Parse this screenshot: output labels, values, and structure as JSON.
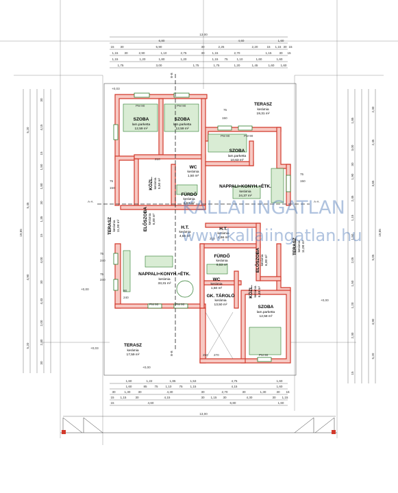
{
  "watermark": {
    "name": "KALLAI INGATLAN",
    "url": "www.kallaiingatlan.hu"
  },
  "dimensions": {
    "top_total": "13,00",
    "top_row1": [
      "6,80",
      "4,60",
      "1,60"
    ],
    "top_row2": [
      "15",
      "30",
      "5,90",
      "30",
      "2,25",
      "2,20",
      "15",
      "1,15",
      "30",
      "15"
    ],
    "top_row3": [
      "1,15",
      "30",
      "2,90",
      "1,10",
      "2,75",
      "30",
      "1,15",
      "2,70",
      "1,15",
      "30",
      "15"
    ],
    "top_row4": [
      "1,15",
      "1,20",
      "1,80",
      "1,20",
      "1,15",
      "75",
      "1,10",
      "1,60",
      "1,60"
    ],
    "top_row5": [
      "1,75",
      "3,00",
      "1,75",
      "1,75",
      "1,20",
      "1,45",
      "1,60",
      "1,60"
    ],
    "bottom_total": "13,00",
    "bottom_row1": [
      "1,60",
      "1,22",
      "1,85",
      "1,53",
      "4,75",
      "1,60"
    ],
    "bottom_row2": [
      "1,60",
      "85",
      "75",
      "1,10",
      "75",
      "1,15",
      "4,15",
      "1,60"
    ],
    "bottom_row3": [
      "30",
      "1,30",
      "30",
      "4,30",
      "30",
      "2,70",
      "30",
      "1,30",
      "30",
      "15"
    ],
    "bottom_row4": [
      "15",
      "1,15",
      "30",
      "4,15",
      "30",
      "1,15",
      "30",
      "4,30",
      "30",
      "1,15"
    ],
    "bottom_row5": [
      "15",
      "4,60",
      "6,80",
      "1,60"
    ],
    "left_total": "19,85",
    "left_outer": [
      "5,20",
      "5,45",
      "4,90",
      "5,20"
    ],
    "left_inner": [
      "30",
      "4,15",
      "15",
      "1,50",
      "1,80",
      "30",
      "1,35",
      "15",
      "4,00",
      "30",
      "4,43",
      "2,00",
      "2,30",
      "30"
    ],
    "right_total": "19,85",
    "right_outer": [
      "2,30",
      "2,45",
      "3,65",
      "5,05",
      "4,90",
      "5,20"
    ],
    "right_inner": [
      "1,85",
      "3,00",
      "30",
      "1,90",
      "2,45",
      "1,15",
      "1,50",
      "2,05",
      "1,50",
      "1,20",
      "2,30",
      "15"
    ]
  },
  "markers": {
    "elev_top": "+0,03",
    "elev_right": "+0,00",
    "elev_left": "+0,00",
    "elev_bottom_left": "+0,03",
    "elev_bottom": "+0,00",
    "section_aa_left": "A-A",
    "section_aa_right": "A-A",
    "section_bb_top": "B-B",
    "section_bb_bottom": "B-B"
  },
  "rooms": [
    {
      "key": "szoba1",
      "name": "SZOBA",
      "floor": "lam.parketta",
      "area": "12,59 m²"
    },
    {
      "key": "szoba2",
      "name": "SZOBA",
      "floor": "lam.parketta",
      "area": "12,59 m²"
    },
    {
      "key": "terasz_top",
      "name": "TERASZ",
      "floor": "kerámia",
      "area": "19,31 m²"
    },
    {
      "key": "szoba3",
      "name": "SZOBA",
      "floor": "lam.parketta",
      "area": "10,63 m²"
    },
    {
      "key": "wc1",
      "name": "WC",
      "floor": "kerámia",
      "area": "1,50 m²"
    },
    {
      "key": "kozl1",
      "name": "KÖZL.",
      "floor": "kerámia",
      "area": "5,50 m²"
    },
    {
      "key": "furdo1",
      "name": "FÜRDŐ",
      "floor": "kerámia",
      "area": "6,53 m²"
    },
    {
      "key": "nappali1",
      "name": "NAPPALI+KONYH.+ÉTK.",
      "floor": "kerámia",
      "area": "24,37 m²"
    },
    {
      "key": "eloszoba1",
      "name": "ELŐSZOBA",
      "floor": "kerámia",
      "area": "6,00 m²"
    },
    {
      "key": "terasz_left",
      "name": "TERASZ",
      "floor": "kerámia",
      "area": "11,00 m²"
    },
    {
      "key": "ht1",
      "name": "H.T.",
      "floor": "kerámia",
      "area": "4,66 m²"
    },
    {
      "key": "ht2",
      "name": "H.T.",
      "floor": "kerámia",
      "area": "4,66 m²"
    },
    {
      "key": "nappali2",
      "name": "NAPPALI+KONYH.+ÉTK.",
      "floor": "kerámia",
      "area": "33,31 m²"
    },
    {
      "key": "furdo2",
      "name": "FÜRDŐ",
      "floor": "kerámia",
      "area": "6,53 m²"
    },
    {
      "key": "eloszoba2",
      "name": "ELŐSZOBA",
      "floor": "kerámia",
      "area": "6,00 m²"
    },
    {
      "key": "terasz_right",
      "name": "TERASZ",
      "floor": "kerámia",
      "area": "11,00 m²"
    },
    {
      "key": "wc2",
      "name": "WC",
      "floor": "kerámia",
      "area": "1,50 m²"
    },
    {
      "key": "kozl2",
      "name": "KÖZL.",
      "floor": "kerámia",
      "area": "6,48 m²"
    },
    {
      "key": "gk_tarolo",
      "name": "GK. TÁROLÓ",
      "floor": "kerámia",
      "area": "13,50 m²"
    },
    {
      "key": "szoba4",
      "name": "SZOBA",
      "floor": "lam.parketta",
      "area": "12,58 m²"
    },
    {
      "key": "terasz_bottom",
      "name": "TERASZ",
      "floor": "kerámia",
      "area": "17,59 m²"
    }
  ],
  "labels": {
    "pm90": "PM 90",
    "d75": "75",
    "d150": "150",
    "d210": "210",
    "d240": "240",
    "d90": "90",
    "d250": "250",
    "d270": "270"
  }
}
